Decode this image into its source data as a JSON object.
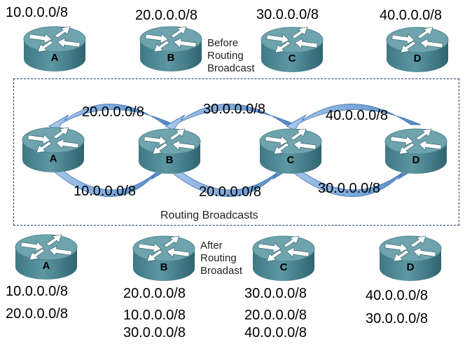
{
  "before": {
    "caption": [
      "Before",
      "Routing",
      "Broadcast"
    ],
    "routers": [
      {
        "name": "A",
        "network": "10.0.0.0/8"
      },
      {
        "name": "B",
        "network": "20.0.0.0/8"
      },
      {
        "name": "C",
        "network": "30.0.0.0/8"
      },
      {
        "name": "D",
        "network": "40.0.0.0/8"
      }
    ]
  },
  "broadcast": {
    "caption": "Routing Broadcasts",
    "routers": [
      "A",
      "B",
      "C",
      "D"
    ],
    "upper_arrows": [
      {
        "from": "B",
        "to": "A",
        "label": "20.0.0.0/8"
      },
      {
        "from": "C",
        "to": "B",
        "label": "30.0.0.0/8"
      },
      {
        "from": "D",
        "to": "C",
        "label": "40.0.0.0/8"
      }
    ],
    "lower_arrows": [
      {
        "from": "A",
        "to": "B",
        "label": "10.0.0.0/8"
      },
      {
        "from": "B",
        "to": "C",
        "label": "20.0.0.0/8"
      },
      {
        "from": "C",
        "to": "D",
        "label": "30.0.0.0/8"
      }
    ]
  },
  "after": {
    "caption": [
      "After",
      "Routing",
      "Broadast"
    ],
    "routers": [
      {
        "name": "A",
        "routes": [
          "10.0.0.0/8",
          "20.0.0.0/8"
        ]
      },
      {
        "name": "B",
        "routes": [
          "20.0.0.0/8",
          "10.0.0.0/8",
          "30.0.0.0/8"
        ]
      },
      {
        "name": "C",
        "routes": [
          "30.0.0.0/8",
          "20.0.0.0/8",
          "40.0.0.0/8"
        ]
      },
      {
        "name": "D",
        "routes": [
          "40.0.0.0/8",
          "30.0.0.0/8"
        ]
      }
    ]
  },
  "colors": {
    "router_top": "#6fa3ad",
    "router_side": "#3f7884",
    "arrow": "#4f86c6",
    "arrow_light": "#a9c9ec",
    "box_border": "#1f3a5f"
  }
}
